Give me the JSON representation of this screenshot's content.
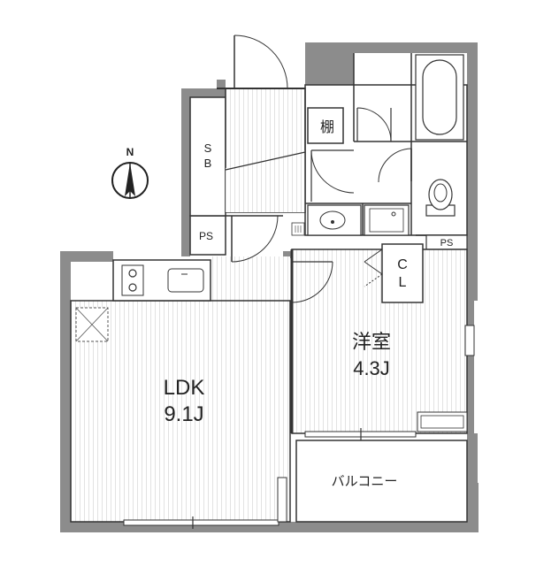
{
  "rooms": {
    "ldk": {
      "name": "LDK",
      "size": "9.1J"
    },
    "bedroom": {
      "name": "洋室",
      "size": "4.3J"
    },
    "balcony": {
      "name": "バルコニー"
    }
  },
  "labels": {
    "shoe_box_s": "S",
    "shoe_box_b": "B",
    "ps_left": "PS",
    "ps_right": "PS",
    "shelf": "棚",
    "closet_c": "C",
    "closet_l": "L",
    "north": "N"
  },
  "colors": {
    "wall": "#8c8c8c",
    "line": "#333333",
    "floor_stripe": "#e6e6e6"
  }
}
